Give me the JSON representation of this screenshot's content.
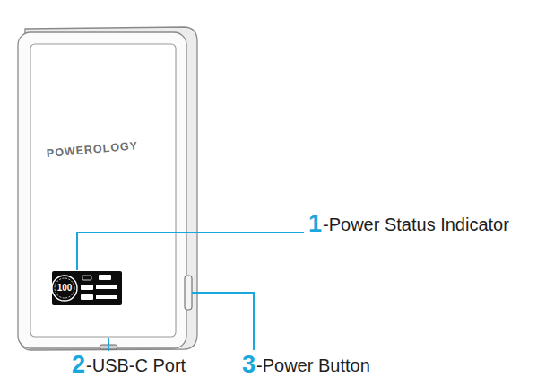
{
  "diagram": {
    "labels": [
      "POWEROLOGY",
      "100",
      "1",
      "-Power Status Indicator",
      "2",
      "-USB-C Port",
      "3",
      "-Power Button"
    ]
  }
}
